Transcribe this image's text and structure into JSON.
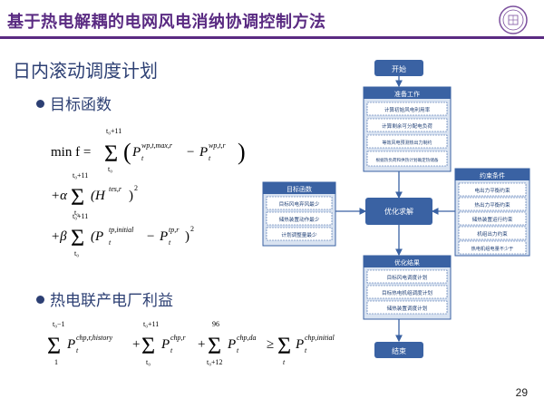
{
  "slide": {
    "title": "基于热电解耦的电网风电消纳协调控制方法",
    "subtitle": "日内滚动调度计划",
    "bullet1": "目标函数",
    "bullet2": "热电联产电厂利益",
    "page_number": "29"
  },
  "logo": {
    "text": "清华大学",
    "icon": "university-seal-icon",
    "color": "#7b4f9d"
  },
  "colors": {
    "accent": "#5a2b82",
    "navy": "#2c3f73",
    "box_dark": "#3a62a3",
    "box_light": "#d9e3f1"
  },
  "formula1": {
    "lhs": "min f =",
    "sum_upper": "t₀+11",
    "sum_lower": "t₀",
    "term_a": "P",
    "term_a_sup": "wp,t,max,r",
    "term_a_sub": "t",
    "minus": "−",
    "term_b": "P",
    "term_b_sup": "wp,t,r",
    "term_b_sub": "t"
  },
  "formula2": {
    "prefix": "+α",
    "sum_upper": "t₀+11",
    "sum_lower": "t₀",
    "term": "(H",
    "term_sup": "tes,r",
    "close": ")",
    "square": "2"
  },
  "formula3": {
    "prefix": "+β",
    "sum_upper": "t₀+11",
    "sum_lower": "t₀",
    "term_a": "(P",
    "term_a_sup": "tp,initial",
    "term_a_sub": "t",
    "minus": "−",
    "term_b": "P",
    "term_b_sup": "tp,r",
    "term_b_sub": "t",
    "close": ")",
    "square": "2"
  },
  "formula4": {
    "s1_upper": "t₀−1",
    "s1_lower": "1",
    "t1": "P",
    "t1_sup": "chp,r,history",
    "t1_sub": "t",
    "plus1": "+",
    "s2_upper": "t₀+11",
    "s2_lower": "t₀",
    "t2": "P",
    "t2_sup": "chp,r",
    "t2_sub": "t",
    "plus2": "+",
    "s3_upper": "96",
    "s3_lower": "t₀+12",
    "t3": "P",
    "t3_sup": "chp,da",
    "t3_sub": "t",
    "geq": "≥",
    "s4_lower": "t",
    "t4": "P",
    "t4_sup": "chp,initial",
    "t4_sub": "t"
  },
  "flowchart": {
    "start": "开始",
    "prep": {
      "header": "准备工作",
      "items": [
        "计算初始风电利用率",
        "计算剩余可分配电负荷",
        "等效风电预测热出力制约",
        "根据热负荷和供热计划确定热储备"
      ]
    },
    "objective": {
      "header": "目标函数",
      "items": [
        "目标风电弃风最少",
        "储热装置动作最少",
        "计划调整量最少"
      ]
    },
    "solve": "优化求解",
    "constraints": {
      "header": "约束条件",
      "items": [
        "电出力平衡约束",
        "热出力平衡约束",
        "储热装置运行约束",
        "机组出力约束",
        "热电机组电量不少于"
      ]
    },
    "result": {
      "header": "优化结果",
      "items": [
        "目标风电调度计划",
        "目标热电机组调度计划",
        "储热装置调度计划"
      ]
    },
    "end": "结束"
  }
}
